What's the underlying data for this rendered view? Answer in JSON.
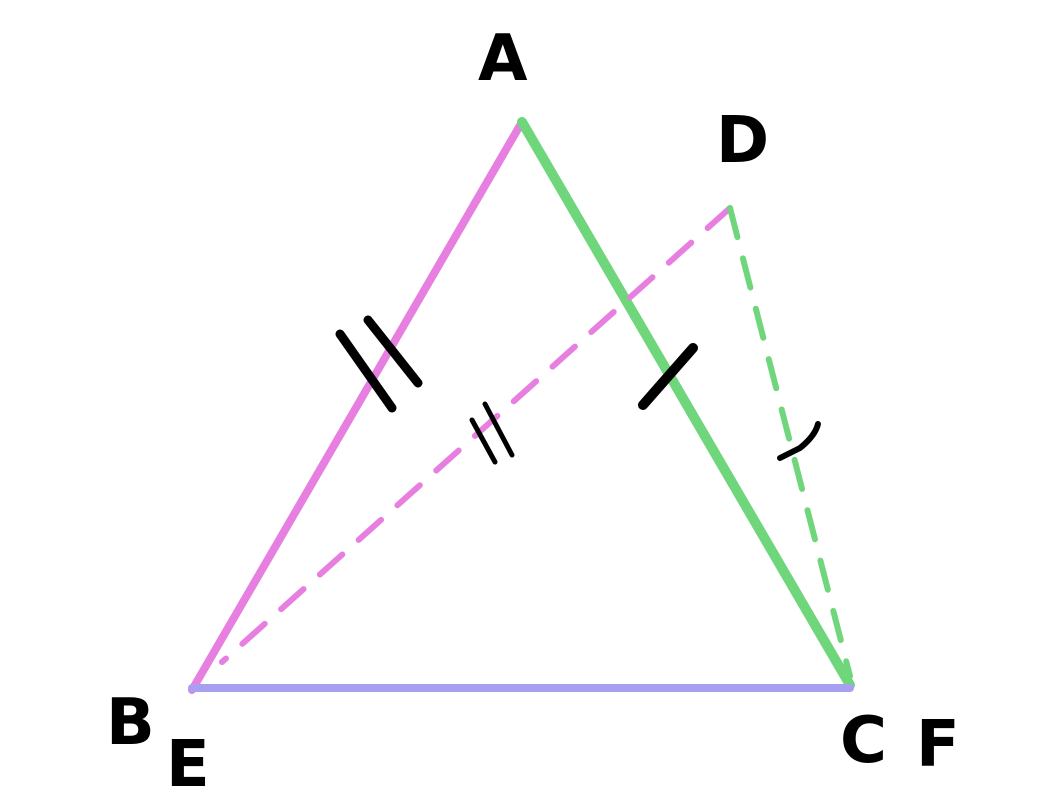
{
  "diagram": {
    "labels": {
      "A": "A",
      "B": "B",
      "C": "C",
      "D": "D",
      "E": "E",
      "F": "F"
    },
    "segments": {
      "AB": {
        "color": "#e67fe0",
        "style": "solid",
        "tick_marks": 2
      },
      "AC": {
        "color": "#6fd67b",
        "style": "solid",
        "tick_marks": 1
      },
      "BC": {
        "color": "#a89ff0",
        "style": "solid",
        "tick_marks": 0
      },
      "DE": {
        "color": "#e67fe0",
        "style": "dashed",
        "tick_marks": 2
      },
      "DF": {
        "color": "#6fd67b",
        "style": "dashed",
        "tick_marks": 1
      }
    },
    "ink_color": "#000000"
  }
}
